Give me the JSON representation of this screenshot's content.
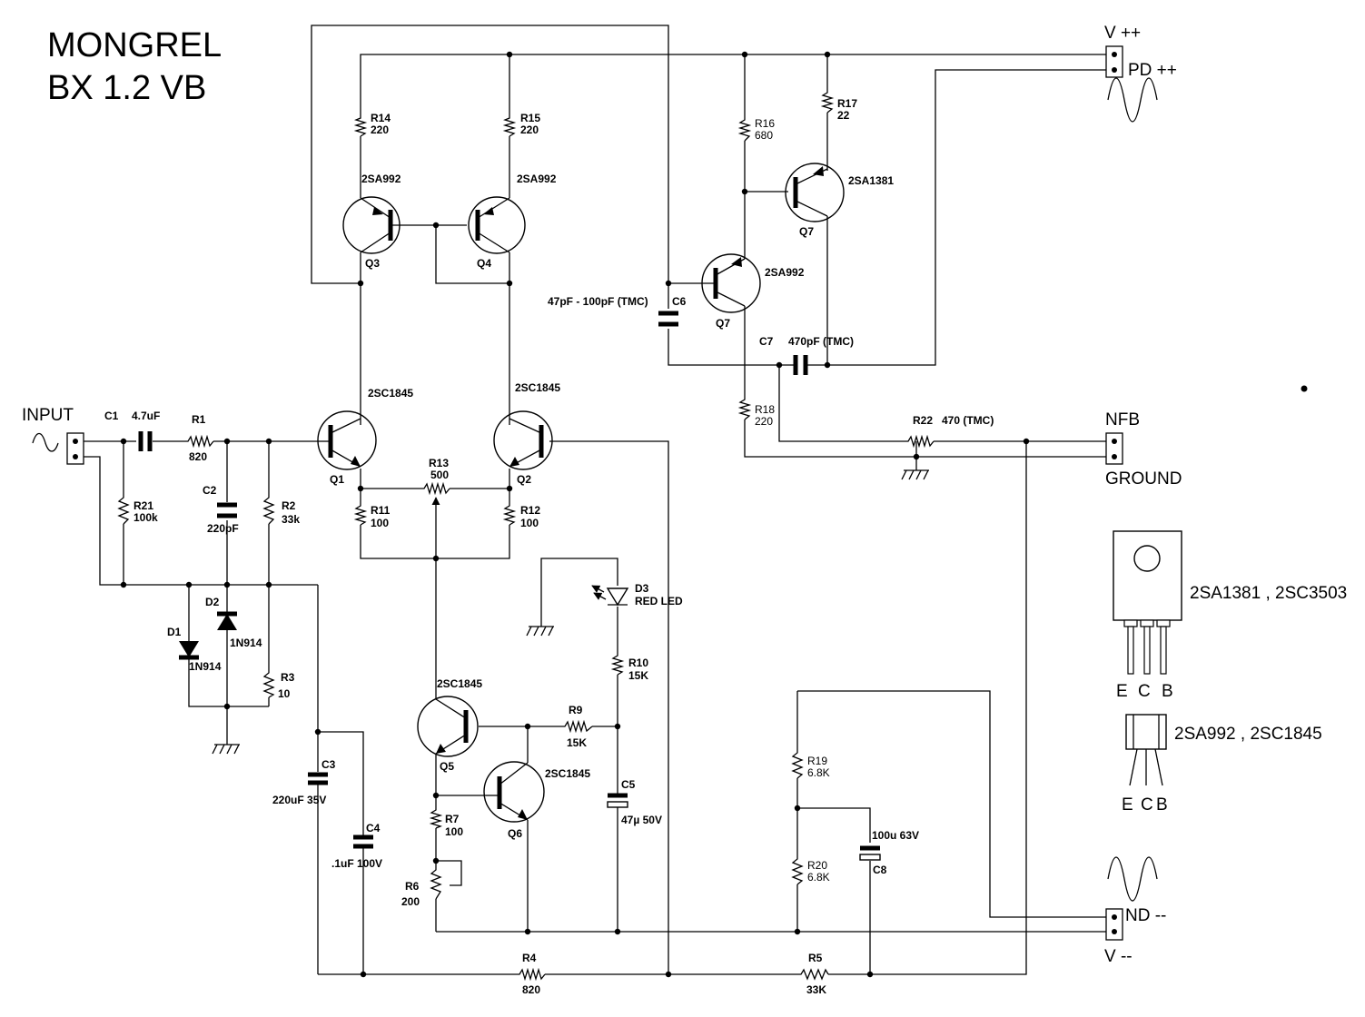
{
  "title": {
    "line1": "MONGREL",
    "line2": "BX 1.2 VB"
  },
  "connectors": {
    "vpos": "V ++",
    "pd": "PD  ++",
    "input": "INPUT",
    "nfb": "NFB",
    "ground": "GROUND",
    "nd": "ND --",
    "vneg": "V --"
  },
  "components": {
    "r14": {
      "ref": "R14",
      "val": "220"
    },
    "r15": {
      "ref": "R15",
      "val": "220"
    },
    "r16": {
      "ref": "R16",
      "val": "680"
    },
    "r17": {
      "ref": "R17",
      "val": "22"
    },
    "r18": {
      "ref": "R18",
      "val": "220"
    },
    "r22": {
      "ref": "R22",
      "val": "470 (TMC)"
    },
    "r1": {
      "ref": "R1",
      "val": "820"
    },
    "r21": {
      "ref": "R21",
      "val": "100k"
    },
    "r2": {
      "ref": "R2",
      "val": "33k"
    },
    "r3": {
      "ref": "R3",
      "val": "10"
    },
    "r13": {
      "ref": "R13",
      "val": "500"
    },
    "r11": {
      "ref": "R11",
      "val": "100"
    },
    "r12": {
      "ref": "R12",
      "val": "100"
    },
    "r10": {
      "ref": "R10",
      "val": "15K"
    },
    "r9": {
      "ref": "R9",
      "val": "15K"
    },
    "r7": {
      "ref": "R7",
      "val": "100"
    },
    "r6": {
      "ref": "R6",
      "val": "200"
    },
    "r19": {
      "ref": "R19",
      "val": "6.8K"
    },
    "r20": {
      "ref": "R20",
      "val": "6.8K"
    },
    "r4": {
      "ref": "R4",
      "val": "820"
    },
    "r5": {
      "ref": "R5",
      "val": "33K"
    },
    "c1": {
      "ref": "C1",
      "val": "4.7uF"
    },
    "c2": {
      "ref": "C2",
      "val": "220pF"
    },
    "c3": {
      "ref": "C3",
      "val": "220uF 35V"
    },
    "c4": {
      "ref": "C4",
      "val": ".1uF 100V"
    },
    "c5": {
      "ref": "C5",
      "val": "47µ 50V"
    },
    "c6": {
      "ref": "C6",
      "val": "47pF - 100pF (TMC)"
    },
    "c7": {
      "ref": "C7",
      "val": "470pF (TMC)"
    },
    "c8": {
      "ref": "C8",
      "val": "100u 63V"
    },
    "d1": {
      "ref": "D1",
      "val": "1N914"
    },
    "d2": {
      "ref": "D2",
      "val": "1N914"
    },
    "d3": {
      "ref": "D3",
      "val": "RED LED"
    },
    "q1": {
      "ref": "Q1",
      "type": "2SC1845"
    },
    "q2": {
      "ref": "Q2",
      "type": "2SC1845"
    },
    "q3": {
      "ref": "Q3",
      "type": "2SA992"
    },
    "q4": {
      "ref": "Q4",
      "type": "2SA992"
    },
    "q5": {
      "ref": "Q5",
      "type": "2SC1845"
    },
    "q6": {
      "ref": "Q6",
      "type": "2SC1845"
    },
    "q7a": {
      "ref": "Q7",
      "type": "2SA992"
    },
    "q7b": {
      "ref": "Q7",
      "type": "2SA1381"
    }
  },
  "packages": {
    "to126_types": "2SA1381 , 2SC3503",
    "to126_pins": [
      "E",
      "C",
      "B"
    ],
    "to92_types": "2SA992 , 2SC1845",
    "to92_pins": [
      "E",
      "C",
      "B"
    ]
  }
}
